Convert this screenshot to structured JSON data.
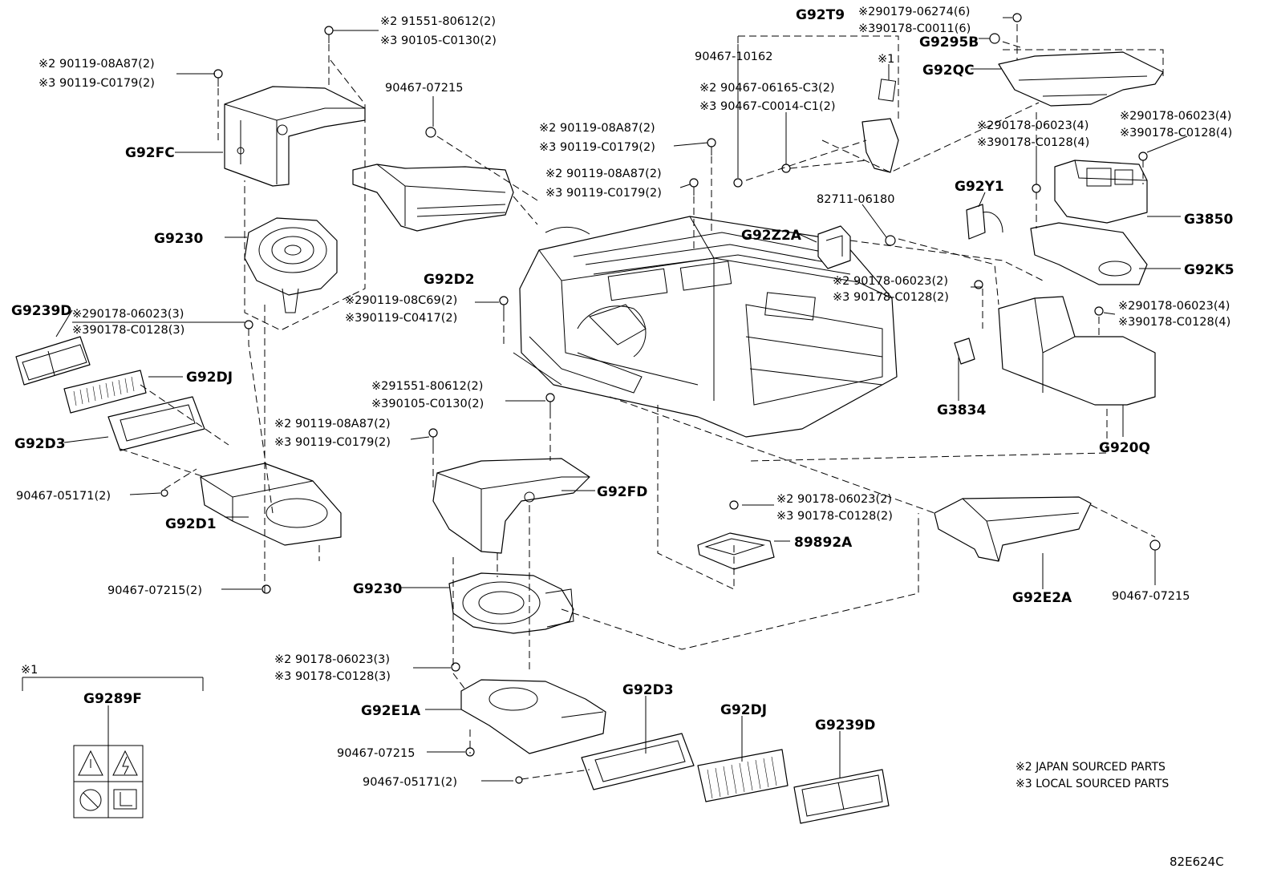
{
  "diagram_ref": "82E624C",
  "legend": {
    "japan": "※2 JAPAN SOURCED PARTS",
    "local": "※3 LOCAL SOURCED PARTS"
  },
  "note1_marker": "※1",
  "parts": {
    "g92t9": "G92T9",
    "g9295b": "G9295B",
    "g92qc": "G92QC",
    "g92fc": "G92FC",
    "g9230_top": "G9230",
    "g9239d_left": "G9239D",
    "g92dj_left": "G92DJ",
    "g92d3_left": "G92D3",
    "g92d1": "G92D1",
    "g92d2": "G92D2",
    "g92y1": "G92Y1",
    "g3850": "G3850",
    "g92z2a": "G92Z2A",
    "g92k5": "G92K5",
    "g3834": "G3834",
    "g920q": "G920Q",
    "g92fd": "G92FD",
    "g89892a": "89892A",
    "g92e2a": "G92E2A",
    "g9230_bottom": "G9230",
    "g92e1a": "G92E1A",
    "g92d3_bottom": "G92D3",
    "g92dj_bottom": "G92DJ",
    "g9239d_bottom": "G9239D",
    "g9289f": "G9289F"
  },
  "numbers": {
    "n_91551_top": "※2 91551-80612(2)",
    "n_90105_top": "※3 90105-C0130(2)",
    "n_9011908a87_tl": "※2 90119-08A87(2)",
    "n_90119c0179_tl": "※3 90119-C0179(2)",
    "n_9046707215_top": "90467-07215",
    "n_9011908a87_c1": "※2 90119-08A87(2)",
    "n_90119c0179_c1": "※3 90119-C0179(2)",
    "n_9011908a87_c2": "※2 90119-08A87(2)",
    "n_90119c0179_c2": "※3 90119-C0179(2)",
    "n_9046710162": "90467-10162",
    "n_9017906274": "※290179-06274(6)",
    "n_90178c0011": "※390178-C0011(6)",
    "n_note1_mid": "※1",
    "n_9046706165": "※2 90467-06165-C3(2)",
    "n_90467c0014": "※3 90467-C0014-C1(2)",
    "n_9017806023_tr": "※290178-06023(4)",
    "n_90178c0128_tr": "※390178-C0128(4)",
    "n_9017806023_tr2": "※290178-06023(4)",
    "n_90178c0128_tr2": "※390178-C0128(4)",
    "n_8271106180": "82711-06180",
    "n_9017806023_mid": "※2 90178-06023(2)",
    "n_90178c0128_mid": "※3 90178-C0128(2)",
    "n_9017806023_r": "※290178-06023(4)",
    "n_90178c0128_r": "※390178-C0128(4)",
    "n_9017806023_l": "※290178-06023(3)",
    "n_90178c0128_l": "※390178-C0128(3)",
    "n_9011908c69": "※290119-08C69(2)",
    "n_90119c0417": "※390119-C0417(2)",
    "n_91551_mid": "※291551-80612(2)",
    "n_90105_mid": "※390105-C0130(2)",
    "n_9011908a87_m": "※2 90119-08A87(2)",
    "n_90119c0179_m": "※3 90119-C0179(2)",
    "n_9046705171_l": "90467-05171(2)",
    "n_9046707215_l": "90467-07215(2)",
    "n_9017806023_89": "※2 90178-06023(2)",
    "n_90178c0128_89": "※3 90178-C0128(2)",
    "n_9046707215_r": "90467-07215",
    "n_9017806023_b": "※2 90178-06023(3)",
    "n_90178c0128_b": "※3 90178-C0128(3)",
    "n_9046707215_b": "90467-07215",
    "n_9046705171_b": "90467-05171(2)"
  }
}
